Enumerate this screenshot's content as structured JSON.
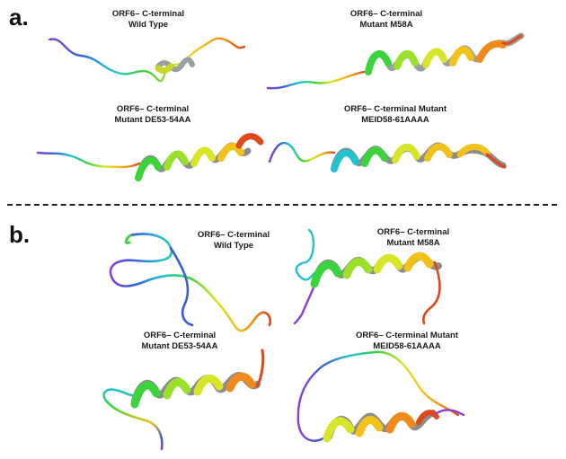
{
  "panels": {
    "a": {
      "letter": "a.",
      "labels": [
        {
          "l1": "ORF6– C-terminal",
          "l2": "Wild Type"
        },
        {
          "l1": "ORF6– C-terminal",
          "l2": "Mutant M58A"
        },
        {
          "l1": "ORF6– C-terminal",
          "l2": "Mutant DE53-54AA"
        },
        {
          "l1": "ORF6– C-terminal Mutant",
          "l2": "MEID58-61AAAA"
        }
      ]
    },
    "b": {
      "letter": "b.",
      "labels": [
        {
          "l1": "ORF6– C-terminal",
          "l2": "Wild Type"
        },
        {
          "l1": "ORF6– C-terminal",
          "l2": "Mutant M58A"
        },
        {
          "l1": "ORF6– C-terminal",
          "l2": "Mutant DE53-54AA"
        },
        {
          "l1": "ORF6– C-terminal Mutant",
          "l2": "MEID58-61AAAA"
        }
      ]
    }
  },
  "colors": {
    "ribbon_gradient": [
      "#8a3fd6",
      "#3a5fd8",
      "#22c2cf",
      "#3cd43c",
      "#d8e62a",
      "#f2c21a",
      "#f08a1a",
      "#e0471a"
    ],
    "helix_back": "#8c8c8c"
  }
}
